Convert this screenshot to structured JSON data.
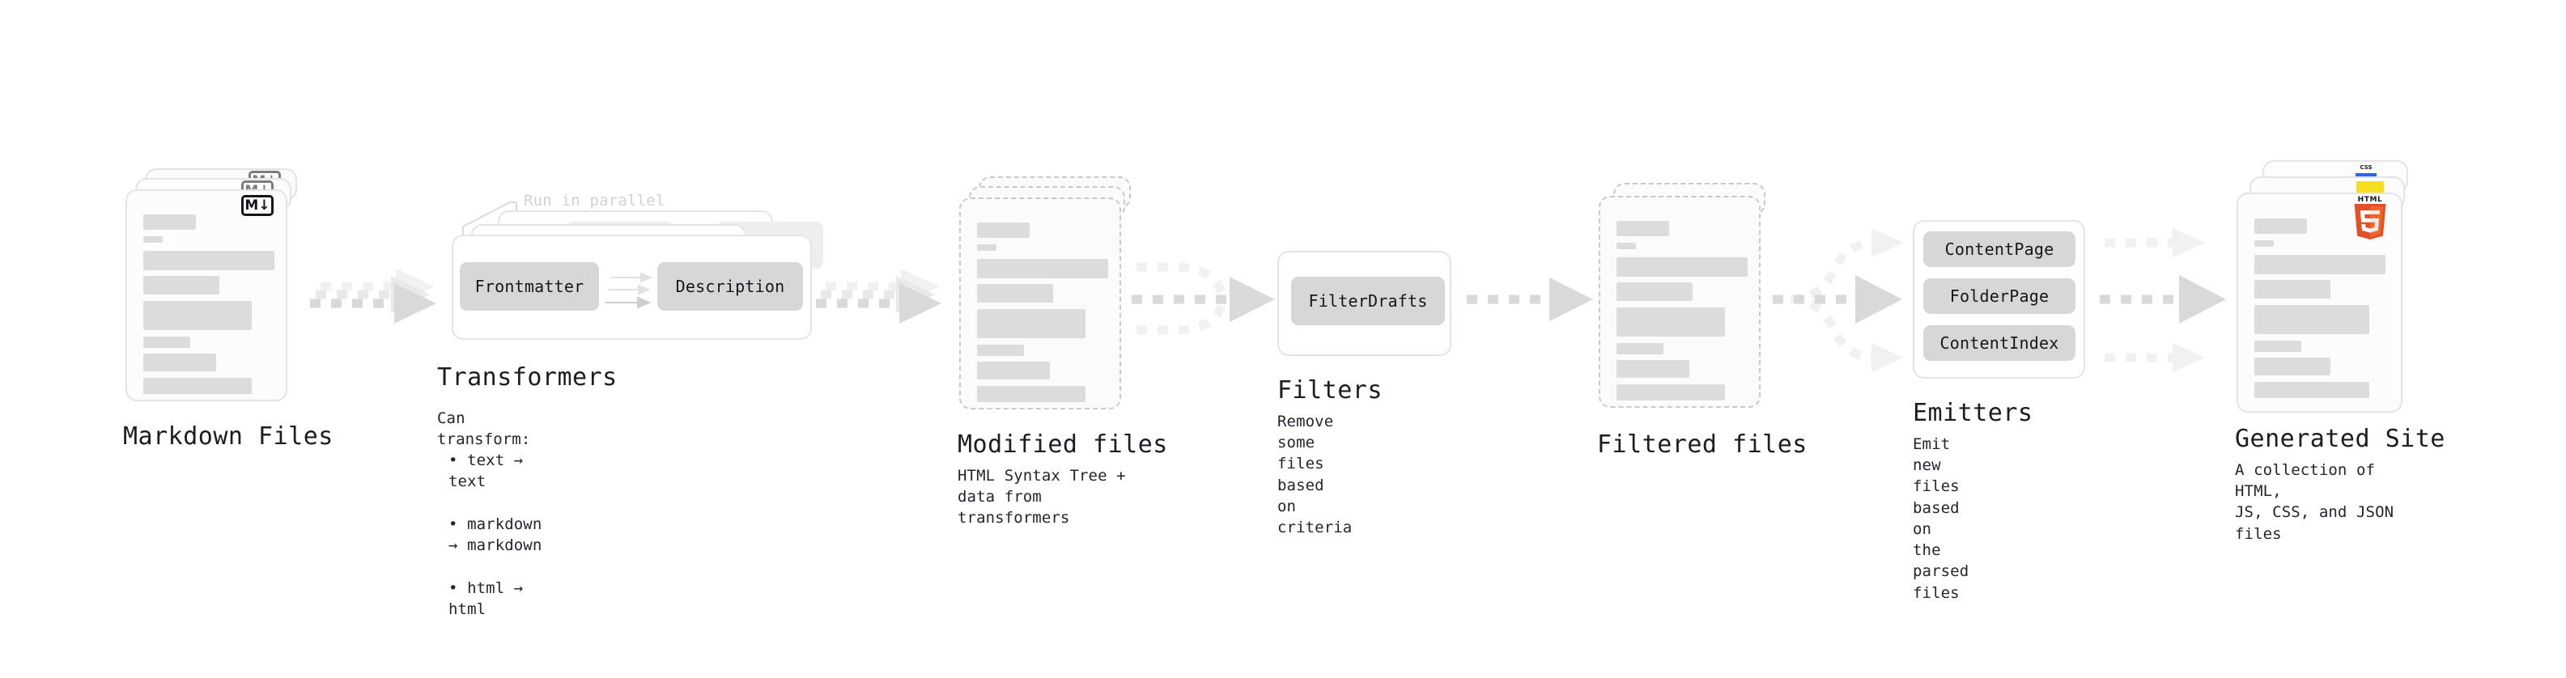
{
  "diagram": {
    "title_font": "monospace",
    "accent_colors": {
      "skeleton": "#dcdcdc",
      "card_border": "#e4e4e4",
      "dashed_border": "#c9c9c9",
      "pill": "#d7d7d7",
      "arrow": "#d9d9d9",
      "html5_orange": "#e34f26",
      "html5_orange_light": "#ef652a",
      "css3_blue": "#2965f1",
      "js_yellow": "#f7df1e",
      "muted_label": "#d2d2d2"
    }
  },
  "stages": {
    "markdown_files": {
      "title": "Markdown Files",
      "badge": "M↓",
      "badge_name": "markdown-badge"
    },
    "transformers": {
      "title": "Transformers",
      "annotation": "Run in parallel",
      "pills": [
        {
          "label": "Frontmatter"
        },
        {
          "label": "Description"
        }
      ],
      "description_lead": "Can transform:",
      "bullets": [
        "text → text",
        "markdown → markdown",
        "html → html"
      ]
    },
    "modified_files": {
      "title": "Modified files",
      "description": "HTML Syntax Tree +\ndata from transformers"
    },
    "filters": {
      "title": "Filters",
      "pills": [
        {
          "label": "FilterDrafts"
        }
      ],
      "description": "Remove some files based\non criteria"
    },
    "filtered_files": {
      "title": "Filtered files",
      "description": ""
    },
    "emitters": {
      "title": "Emitters",
      "pills": [
        {
          "label": "ContentPage"
        },
        {
          "label": "FolderPage"
        },
        {
          "label": "ContentIndex"
        }
      ],
      "description": "Emit new files based on\nthe parsed files"
    },
    "generated_site": {
      "title": "Generated Site",
      "description": "A collection of HTML,\nJS, CSS, and JSON files",
      "badges": [
        {
          "name": "css3-badge",
          "label": "CSS"
        },
        {
          "name": "js-badge",
          "label": "JS"
        },
        {
          "name": "html5-badge",
          "label": "HTML"
        }
      ]
    }
  }
}
